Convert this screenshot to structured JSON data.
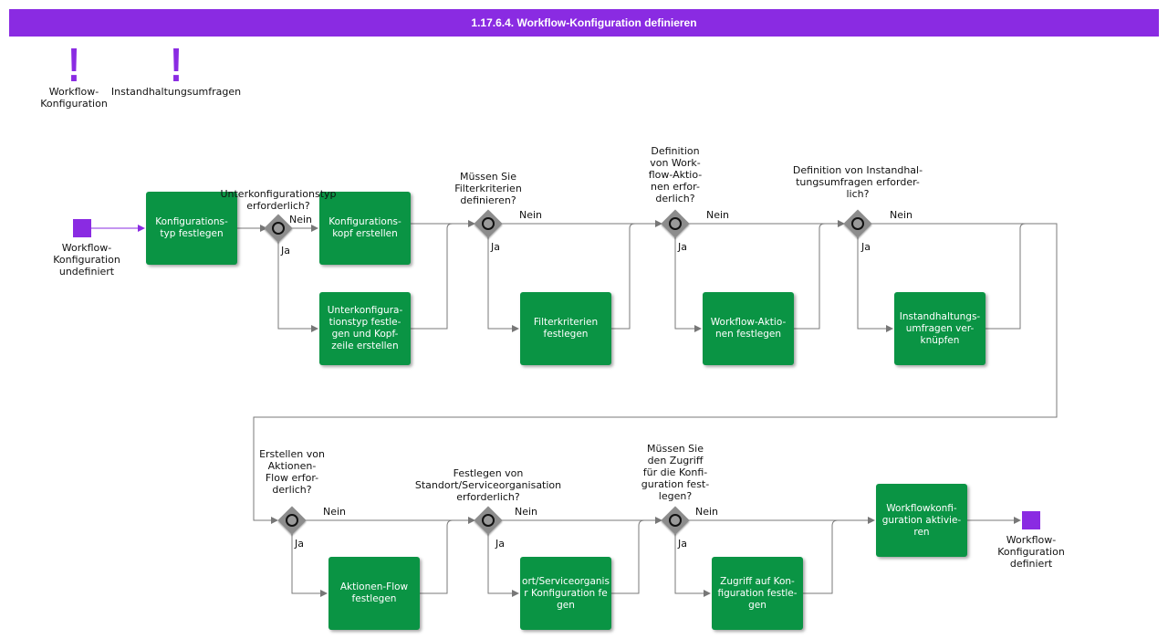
{
  "title": "1.17.6.4. Workflow-Konfiguration definieren",
  "colors": {
    "header": "#8a2be2",
    "task": "#0a9444",
    "event": "#8a2be2",
    "gateway": "#8c8c8c",
    "flow": "#777777"
  },
  "warnings": [
    {
      "icon": "exclamation-icon",
      "label": "Workflow-\nKonfiguration"
    },
    {
      "icon": "exclamation-icon",
      "label": "Instandhaltungsumfragen"
    }
  ],
  "events": {
    "start": "Workflow-\nKonfiguration\nundefiniert",
    "end": "Workflow-\nKonfiguration\ndefiniert"
  },
  "tasks": {
    "t1": "Konfigurations-\ntyp festlegen",
    "t2": "Konfigurations-\nkopf erstellen",
    "t3": "Unterkonfigura-\ntionstyp festle-\ngen und Kopf-\nzeile erstellen",
    "t4": "Filterkriterien\nfestlegen",
    "t5": "Workflow-Aktio-\nnen festlegen",
    "t6": "Instandhaltungs-\numfragen ver-\nknüpfen",
    "t7": "Aktionen-Flow\nfestlegen",
    "t8": "ort/Serviceorganis\nr Konfiguration fe\ngen",
    "t9": "Zugriff auf Kon-\nfiguration festle-\ngen",
    "t10": "Workflowkonfi-\nguration aktivie-\nren"
  },
  "gateways": {
    "g1": "Unterkonfigurationstyp\nerforderlich?",
    "g2": "Müssen Sie\nFilterkriterien\ndefinieren?",
    "g3": "Definition\nvon Work-\nflow-Aktio-\nnen erfor-\nderlich?",
    "g4": "Definition von Instandhal-\ntungsumfragen erforder-\nlich?",
    "g5": "Erstellen von\nAktionen-\nFlow erfor-\nderlich?",
    "g6": "Festlegen von\nStandort/Serviceorganisation\nerforderlich?",
    "g7": "Müssen Sie\nden Zugriff\nfür die Konfi-\nguration fest-\nlegen?"
  },
  "flow_labels": {
    "no": "Nein",
    "yes": "Ja"
  }
}
